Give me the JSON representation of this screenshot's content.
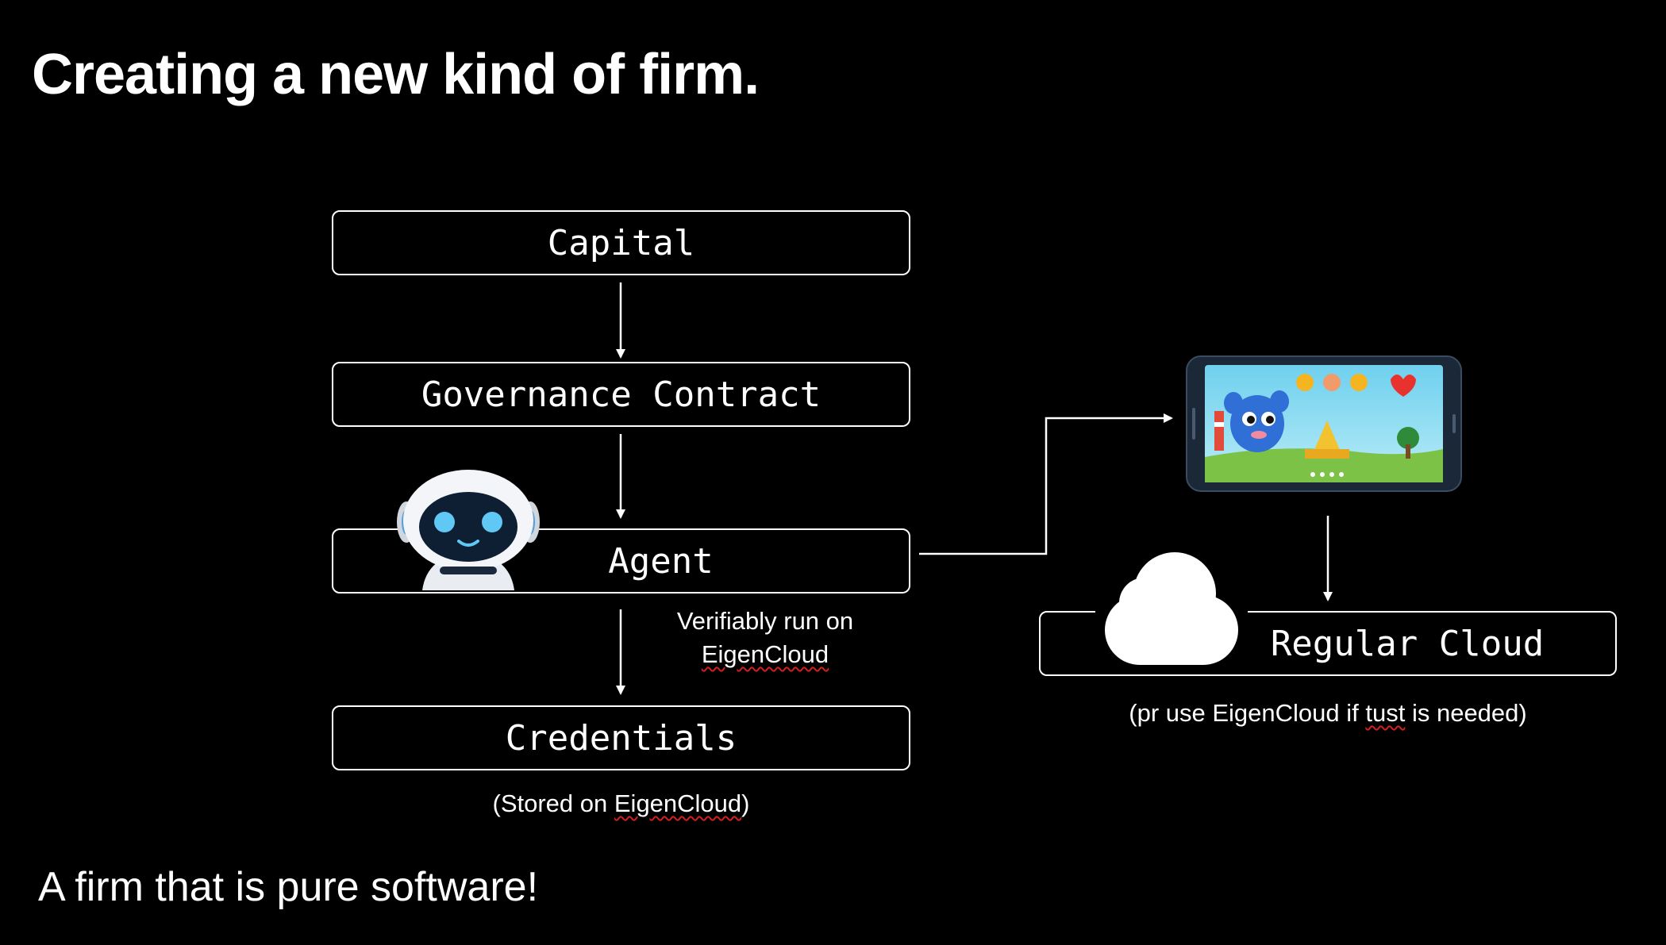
{
  "slide": {
    "title": "Creating a new kind of firm.",
    "footer": "A firm that is pure software!"
  },
  "diagram": {
    "nodes": {
      "capital": "Capital",
      "governance": "Governance Contract",
      "agent": "Agent",
      "credentials": "Credentials",
      "regular_cloud": "Regular Cloud"
    },
    "notes": {
      "agent_line1": "Verifiably run on",
      "agent_line2": "EigenCloud",
      "credentials_prefix": "(Stored on ",
      "credentials_word": "EigenCloud",
      "credentials_suffix": ")",
      "cloud_prefix": "(pr use EigenCloud if ",
      "cloud_word": "tust",
      "cloud_suffix": " is needed)"
    },
    "icons": {
      "agent": "robot-icon",
      "app": "tablet-game-icon",
      "cloud": "cloud-icon"
    },
    "colors": {
      "background": "#000000",
      "foreground": "#ffffff",
      "spellcheck": "#d02020"
    }
  }
}
